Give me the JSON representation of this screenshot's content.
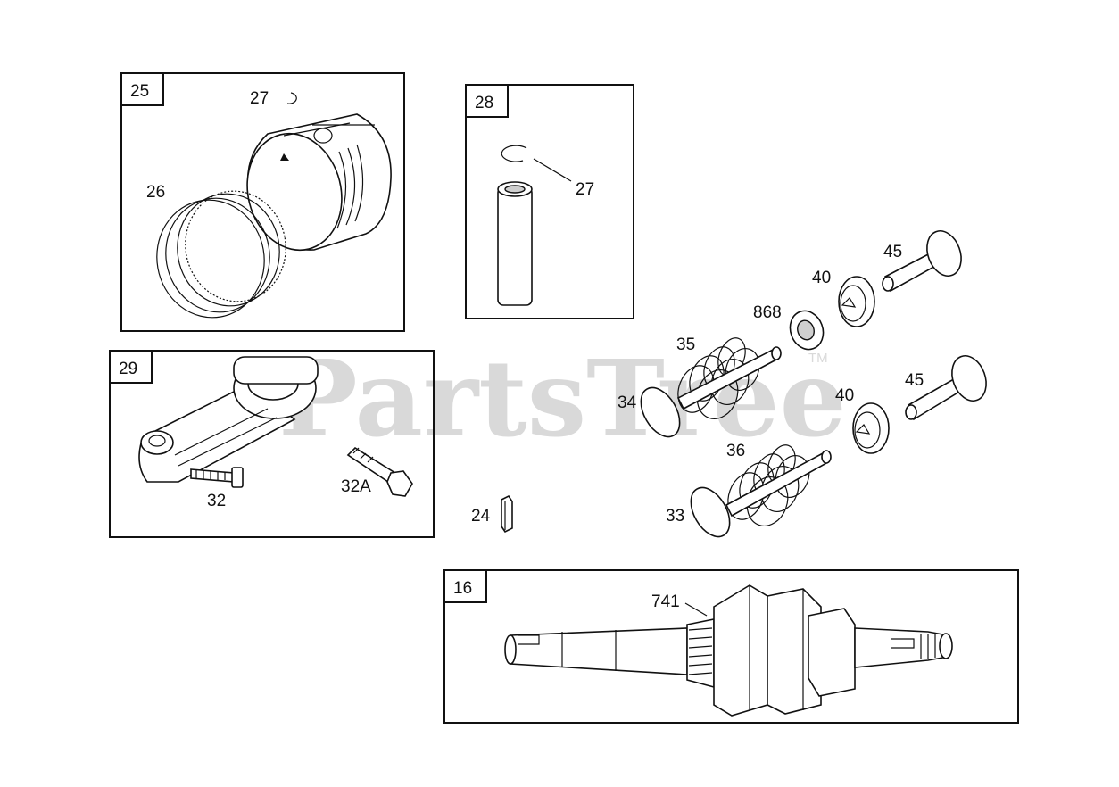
{
  "watermark": {
    "text": "PartsTree",
    "tm": "TM"
  },
  "boxes": {
    "piston_assembly": {
      "id": "25"
    },
    "wrist_pin": {
      "id": "28"
    },
    "connecting_rod": {
      "id": "29"
    },
    "crankshaft": {
      "id": "16"
    }
  },
  "callouts": {
    "piston_clip": "27",
    "piston_rings": "26",
    "pin_clip": "27",
    "rod_bolt": "32",
    "rod_bolt_alt": "32A",
    "key": "24",
    "gear": "741",
    "exhaust_valve": "34",
    "intake_valve": "33",
    "spring_upper": "35",
    "spring_lower": "36",
    "seal": "868",
    "retainer_upper": "40",
    "retainer_lower": "40",
    "tappet_upper": "45",
    "tappet_lower": "45"
  }
}
